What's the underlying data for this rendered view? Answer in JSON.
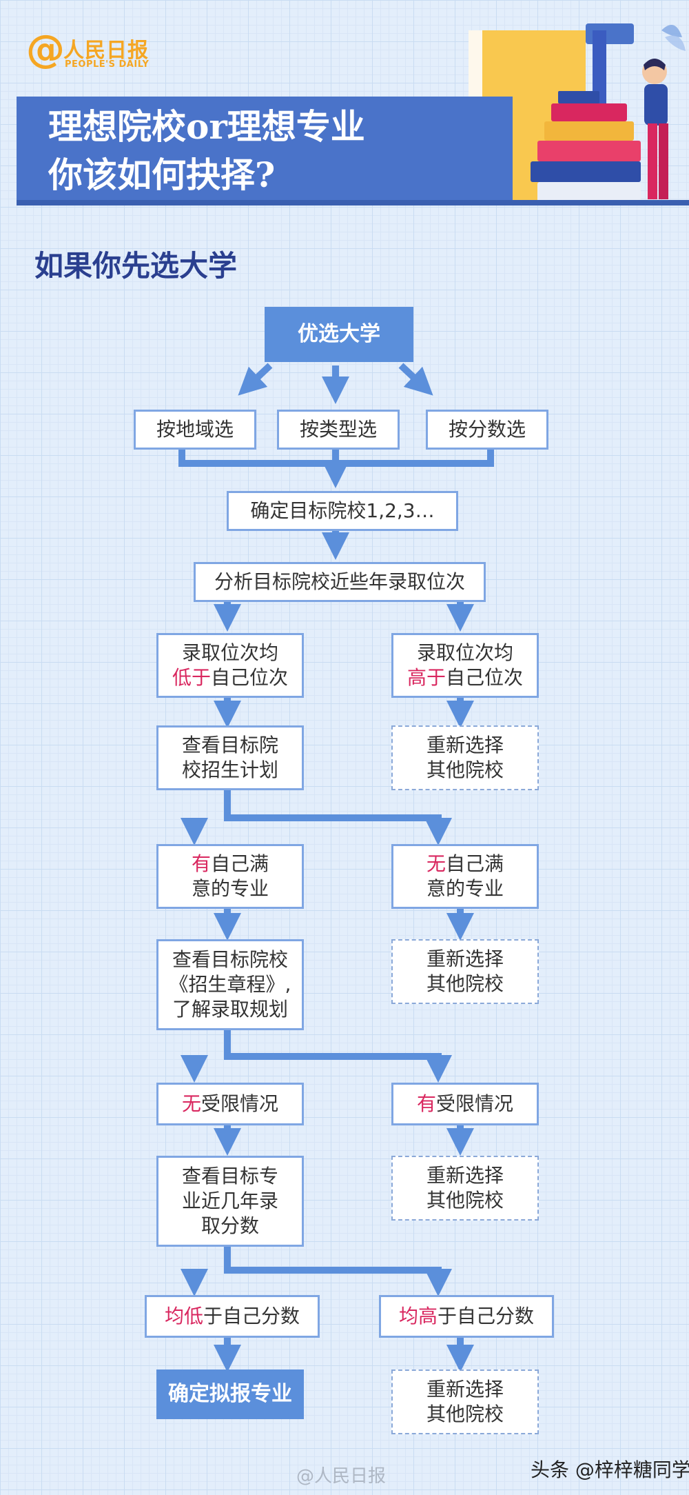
{
  "header": {
    "logo_symbol": "@",
    "logo_name": "人民日报",
    "logo_en": "PEOPLE'S DAILY",
    "title_line1": "理想院校or理想专业",
    "title_line2": "你该如何抉择?"
  },
  "section_title": "如果你先选大学",
  "flow": {
    "start": "优选大学",
    "by_region": "按地域选",
    "by_type": "按类型选",
    "by_score": "按分数选",
    "target_schools": "确定目标院校1,2,3…",
    "analyze": "分析目标院校近些年录取位次",
    "rank_low": {
      "line1": "录取位次均",
      "hl": "低于",
      "rest": "自己位次"
    },
    "rank_high": {
      "line1": "录取位次均",
      "hl": "高于",
      "rest": "自己位次"
    },
    "check_plan": {
      "line1": "查看目标院",
      "line2": "校招生计划"
    },
    "reselect_1": {
      "line1": "重新选择",
      "line2": "其他院校"
    },
    "has_major": {
      "hl": "有",
      "rest": "自己满",
      "line2": "意的专业"
    },
    "no_major": {
      "hl": "无",
      "rest": "自己满",
      "line2": "意的专业"
    },
    "check_rules": {
      "line1": "查看目标院校",
      "line2": "《招生章程》,",
      "line3": "了解录取规划"
    },
    "reselect_2": {
      "line1": "重新选择",
      "line2": "其他院校"
    },
    "no_restrict": {
      "hl": "无",
      "rest": "受限情况"
    },
    "has_restrict": {
      "hl": "有",
      "rest": "受限情况"
    },
    "check_scores": {
      "line1": "查看目标专",
      "line2": "业近几年录",
      "line3": "取分数"
    },
    "reselect_3": {
      "line1": "重新选择",
      "line2": "其他院校"
    },
    "score_low": {
      "hl1": "均",
      "hl2": "低",
      "rest": "于自己分数"
    },
    "score_high": {
      "hl1": "均",
      "hl2": "高",
      "rest": "于自己分数"
    },
    "final": "确定拟报专业",
    "reselect_4": {
      "line1": "重新选择",
      "line2": "其他院校"
    }
  },
  "footer": {
    "weibo_mark": "@人民日报",
    "toutiao_mark": "头条 @梓梓糖同学"
  },
  "colors": {
    "accent": "#5b8fdb",
    "border": "#7fa6e3",
    "highlight": "#d9275f",
    "banner": "#4a73c9",
    "title": "#2a3f8f",
    "logo": "#f5a623"
  }
}
